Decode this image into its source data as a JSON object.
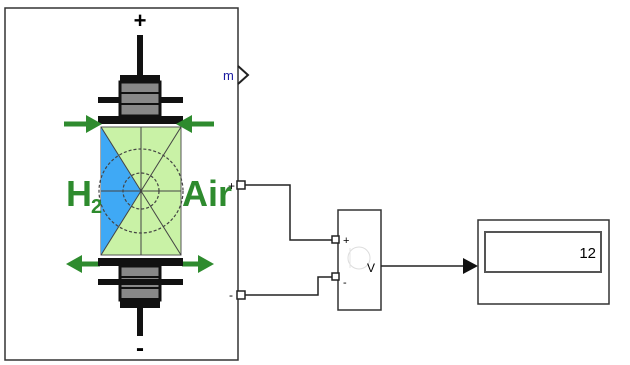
{
  "fuel_cell": {
    "plus_terminal": "+",
    "minus_terminal": "-",
    "left_gas": "H",
    "left_gas_subscript": "2",
    "right_gas": "Air",
    "port_m": "m",
    "port_plus": "+",
    "port_minus": "-"
  },
  "voltage_sensor": {
    "port_plus": "+",
    "port_minus": "-",
    "output": "V"
  },
  "display": {
    "value": "12"
  },
  "colors": {
    "block_border": "#333333",
    "green": "#2e8b2e",
    "blue_fill": "#3fa9f5",
    "light_green_fill": "#c9f2a6",
    "port_text": "#1a1aa0",
    "wire": "#222222"
  }
}
